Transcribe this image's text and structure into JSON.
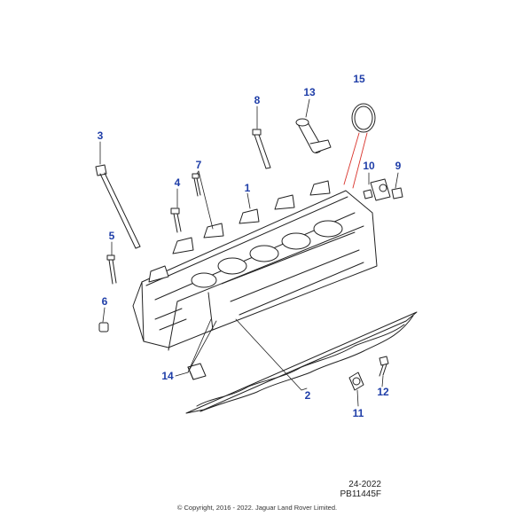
{
  "callouts": {
    "c1": "1",
    "c2": "2",
    "c3": "3",
    "c4": "4",
    "c5": "5",
    "c6": "6",
    "c7": "7",
    "c8": "8",
    "c9": "9",
    "c10": "10",
    "c11": "11",
    "c12": "12",
    "c13": "13",
    "c14": "14",
    "c15": "15"
  },
  "footer": {
    "date_code": "24-2022",
    "drawing_number": "PB11445F",
    "copyright": "© Copyright, 2016 - 2022. Jaguar Land Rover Limited."
  },
  "colors": {
    "callout": "#1f3ea8",
    "line_art": "#222222",
    "highlight_leader": "#d9332b"
  }
}
